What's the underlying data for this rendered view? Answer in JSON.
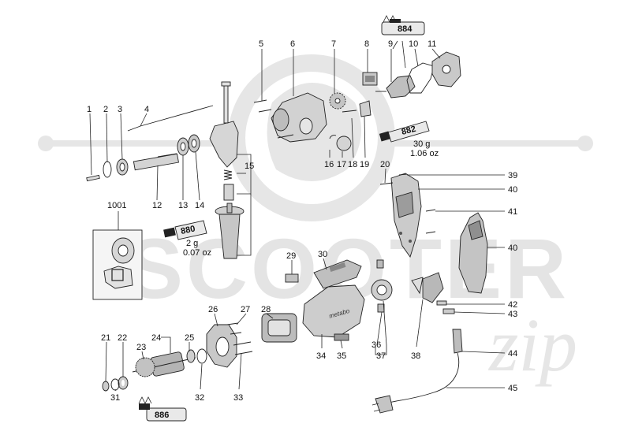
{
  "watermark": {
    "line1": "SCOOTER",
    "line2": "zip"
  },
  "labels": [
    {
      "id": "p1",
      "text": "1"
    },
    {
      "id": "p2",
      "text": "2"
    },
    {
      "id": "p3",
      "text": "3"
    },
    {
      "id": "p4",
      "text": "4"
    },
    {
      "id": "p5",
      "text": "5"
    },
    {
      "id": "p6",
      "text": "6"
    },
    {
      "id": "p7",
      "text": "7"
    },
    {
      "id": "p8",
      "text": "8"
    },
    {
      "id": "p9",
      "text": "9"
    },
    {
      "id": "p10",
      "text": "10"
    },
    {
      "id": "p11",
      "text": "11"
    },
    {
      "id": "p12",
      "text": "12"
    },
    {
      "id": "p13",
      "text": "13"
    },
    {
      "id": "p14",
      "text": "14"
    },
    {
      "id": "p15",
      "text": "15"
    },
    {
      "id": "p16",
      "text": "16"
    },
    {
      "id": "p17",
      "text": "17"
    },
    {
      "id": "p18",
      "text": "18"
    },
    {
      "id": "p19",
      "text": "19"
    },
    {
      "id": "p20",
      "text": "20"
    },
    {
      "id": "p21",
      "text": "21"
    },
    {
      "id": "p22",
      "text": "22"
    },
    {
      "id": "p23",
      "text": "23"
    },
    {
      "id": "p24",
      "text": "24"
    },
    {
      "id": "p25",
      "text": "25"
    },
    {
      "id": "p26",
      "text": "26"
    },
    {
      "id": "p27",
      "text": "27"
    },
    {
      "id": "p28",
      "text": "28"
    },
    {
      "id": "p29",
      "text": "29"
    },
    {
      "id": "p30",
      "text": "30"
    },
    {
      "id": "p31",
      "text": "31"
    },
    {
      "id": "p32",
      "text": "32"
    },
    {
      "id": "p33",
      "text": "33"
    },
    {
      "id": "p34",
      "text": "34"
    },
    {
      "id": "p35",
      "text": "35"
    },
    {
      "id": "p36",
      "text": "36"
    },
    {
      "id": "p37",
      "text": "37"
    },
    {
      "id": "p38",
      "text": "38"
    },
    {
      "id": "p39",
      "text": "39"
    },
    {
      "id": "p40a",
      "text": "40"
    },
    {
      "id": "p40b",
      "text": "40"
    },
    {
      "id": "p41",
      "text": "41"
    },
    {
      "id": "p42",
      "text": "42"
    },
    {
      "id": "p43",
      "text": "43"
    },
    {
      "id": "p44",
      "text": "44"
    },
    {
      "id": "p45",
      "text": "45"
    },
    {
      "id": "p1001",
      "text": "1001"
    }
  ],
  "tubes": {
    "t884": {
      "code": "884"
    },
    "t882": {
      "code": "882",
      "amount": "30 g",
      "amount_oz": "1.06 oz"
    },
    "t880": {
      "code": "880",
      "amount": "2 g",
      "amount_oz": "0.07 oz"
    },
    "t886": {
      "code": "886"
    }
  },
  "housing_brand": "metabo"
}
